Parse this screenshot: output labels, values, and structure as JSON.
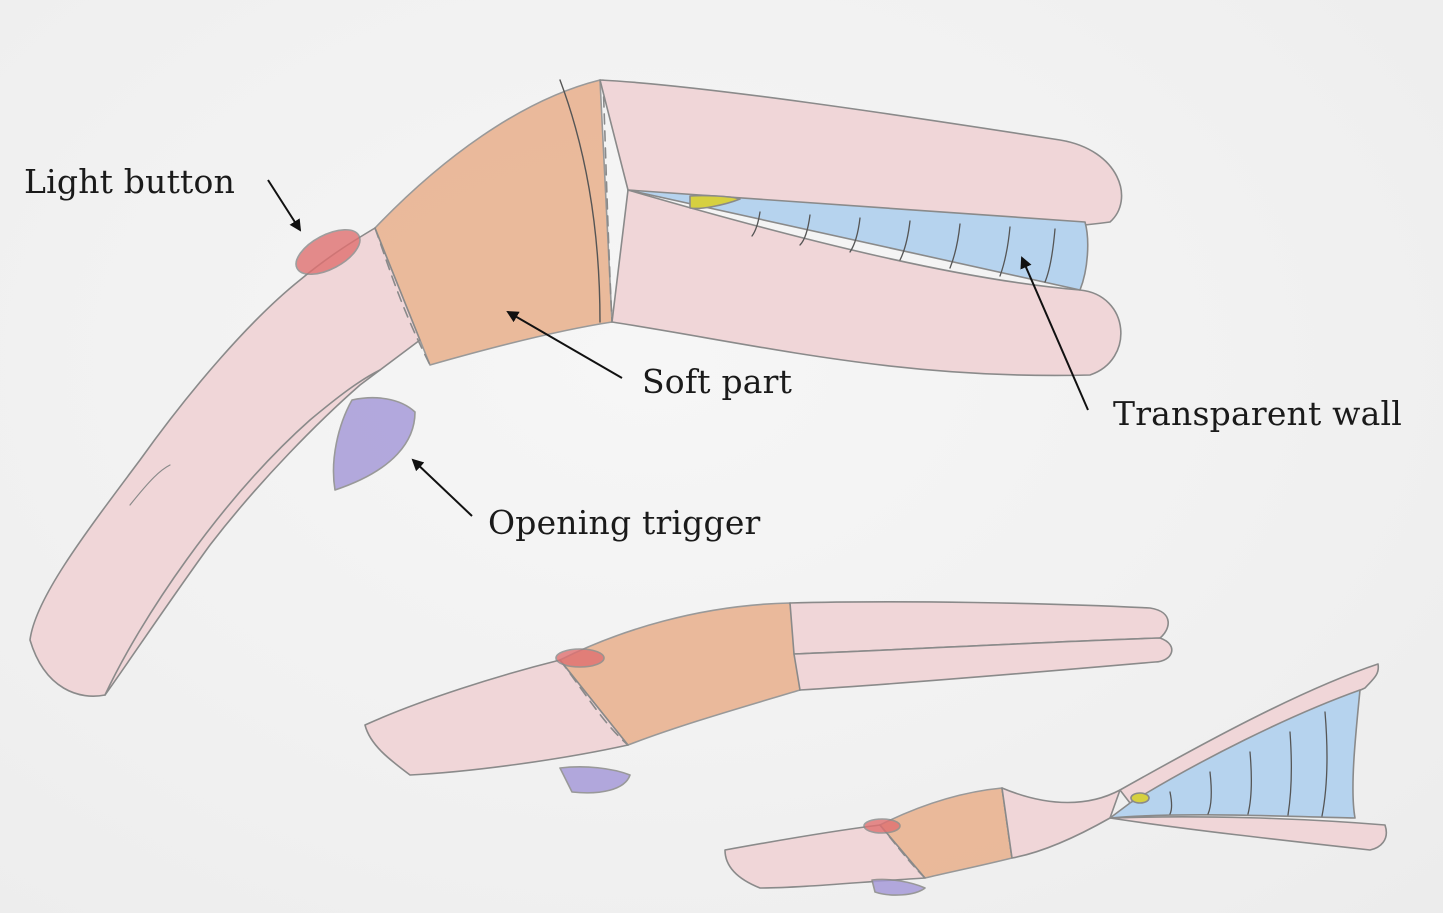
{
  "labels": {
    "light_button": "Light button",
    "soft_part": "Soft part",
    "transparent_wall": "Transparent wall",
    "opening_trigger": "Opening trigger"
  },
  "colors": {
    "paper": "#f2f2f2",
    "pencil_outline": "#8a8a8a",
    "pink_body": "#f0d6d8",
    "orange_soft_part": "#e9b08c",
    "blue_transparent_wall": "#b6d3ee",
    "red_light_button": "#e07070",
    "purple_trigger": "#a79bd9",
    "yellow_light": "#d6d040",
    "arrow": "#111111"
  }
}
